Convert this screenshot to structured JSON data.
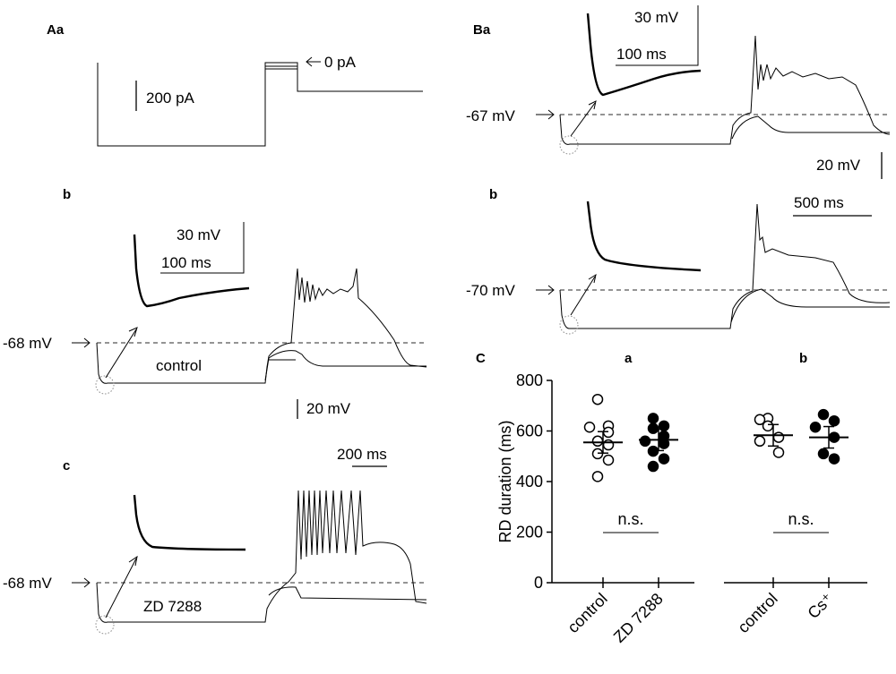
{
  "panels": {
    "Aa": "Aa",
    "Ab": "b",
    "Ac": "c",
    "Ba": "Ba",
    "Bb": "b",
    "C": "C"
  },
  "labels": {
    "zero_pa": "0 pA",
    "scale_200pa": "200 pA",
    "v_m68": "-68 mV",
    "v_m68c": "-68 mV",
    "v_m67": "-67 mV",
    "v_m70": "-70 mV",
    "inset_30mv_b": "30 mV",
    "inset_100ms_b": "100 ms",
    "inset_30mv_B": "30 mV",
    "inset_100ms_B": "100 ms",
    "control": "control",
    "zd": "ZD 7288",
    "scale_20mv_A": "20 mV",
    "scale_200ms": "200 ms",
    "scale_20mv_B": "20 mV",
    "scale_500ms": "500 ms"
  },
  "chart_data": {
    "type": "scatter",
    "ylabel": "RD duration (ms)",
    "ylim": [
      0,
      800
    ],
    "yticks": [
      "0",
      "200",
      "400",
      "600",
      "800"
    ],
    "groups": [
      {
        "label": "a",
        "categories": [
          "control",
          "ZD 7288"
        ],
        "significance": "n.s."
      },
      {
        "label": "b",
        "categories": [
          "control",
          "Cs⁺"
        ],
        "significance": "n.s."
      }
    ],
    "series": [
      {
        "category": "control",
        "group": "a",
        "marker": "open",
        "values": [
          725,
          620,
          615,
          595,
          560,
          545,
          510,
          485,
          420
        ],
        "mean": 555
      },
      {
        "category": "ZD 7288",
        "group": "a",
        "marker": "filled",
        "values": [
          650,
          620,
          610,
          580,
          560,
          550,
          520,
          490,
          460
        ],
        "mean": 565
      },
      {
        "category": "control",
        "group": "b",
        "marker": "open",
        "values": [
          650,
          645,
          620,
          575,
          560,
          515
        ],
        "mean": 583
      },
      {
        "category": "Cs⁺",
        "group": "b",
        "marker": "filled",
        "values": [
          665,
          640,
          615,
          575,
          510,
          490
        ],
        "mean": 575
      }
    ]
  }
}
